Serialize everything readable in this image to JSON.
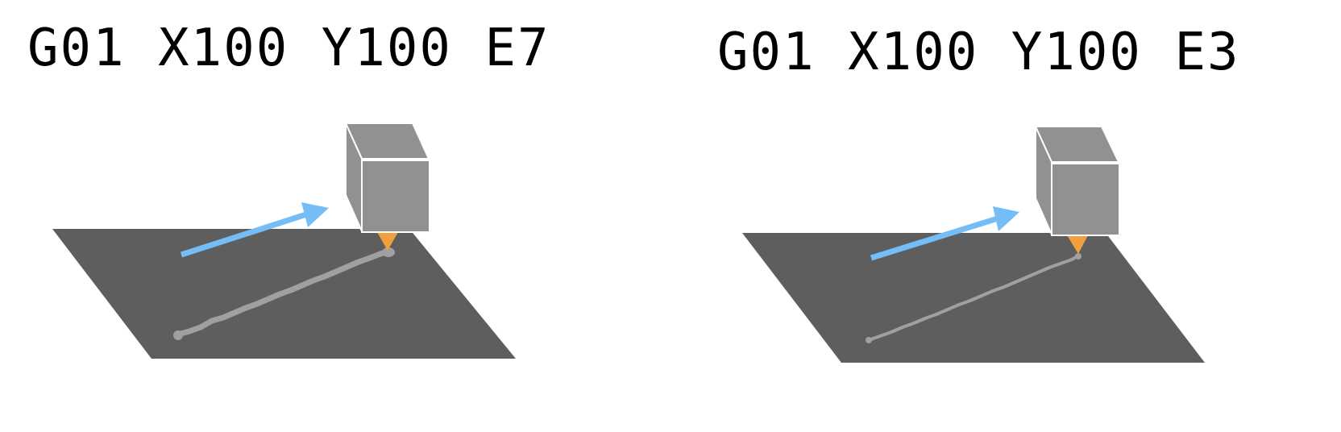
{
  "panels": [
    {
      "gcode": "G01 X100 Y100 E7",
      "extrusion_amount": 7
    },
    {
      "gcode": "G01 X100 Y100 E3",
      "extrusion_amount": 3
    }
  ],
  "colors": {
    "bed": "#5e5e5e",
    "extruder_block": "#919191",
    "nozzle": "#f0a03c",
    "filament_line": "#a0a0a0",
    "motion_arrow": "#74bdf7",
    "text": "#000000"
  },
  "icons": {
    "extruder": "extruder-block",
    "nozzle": "nozzle-cone",
    "arrow": "motion-direction-arrow"
  }
}
